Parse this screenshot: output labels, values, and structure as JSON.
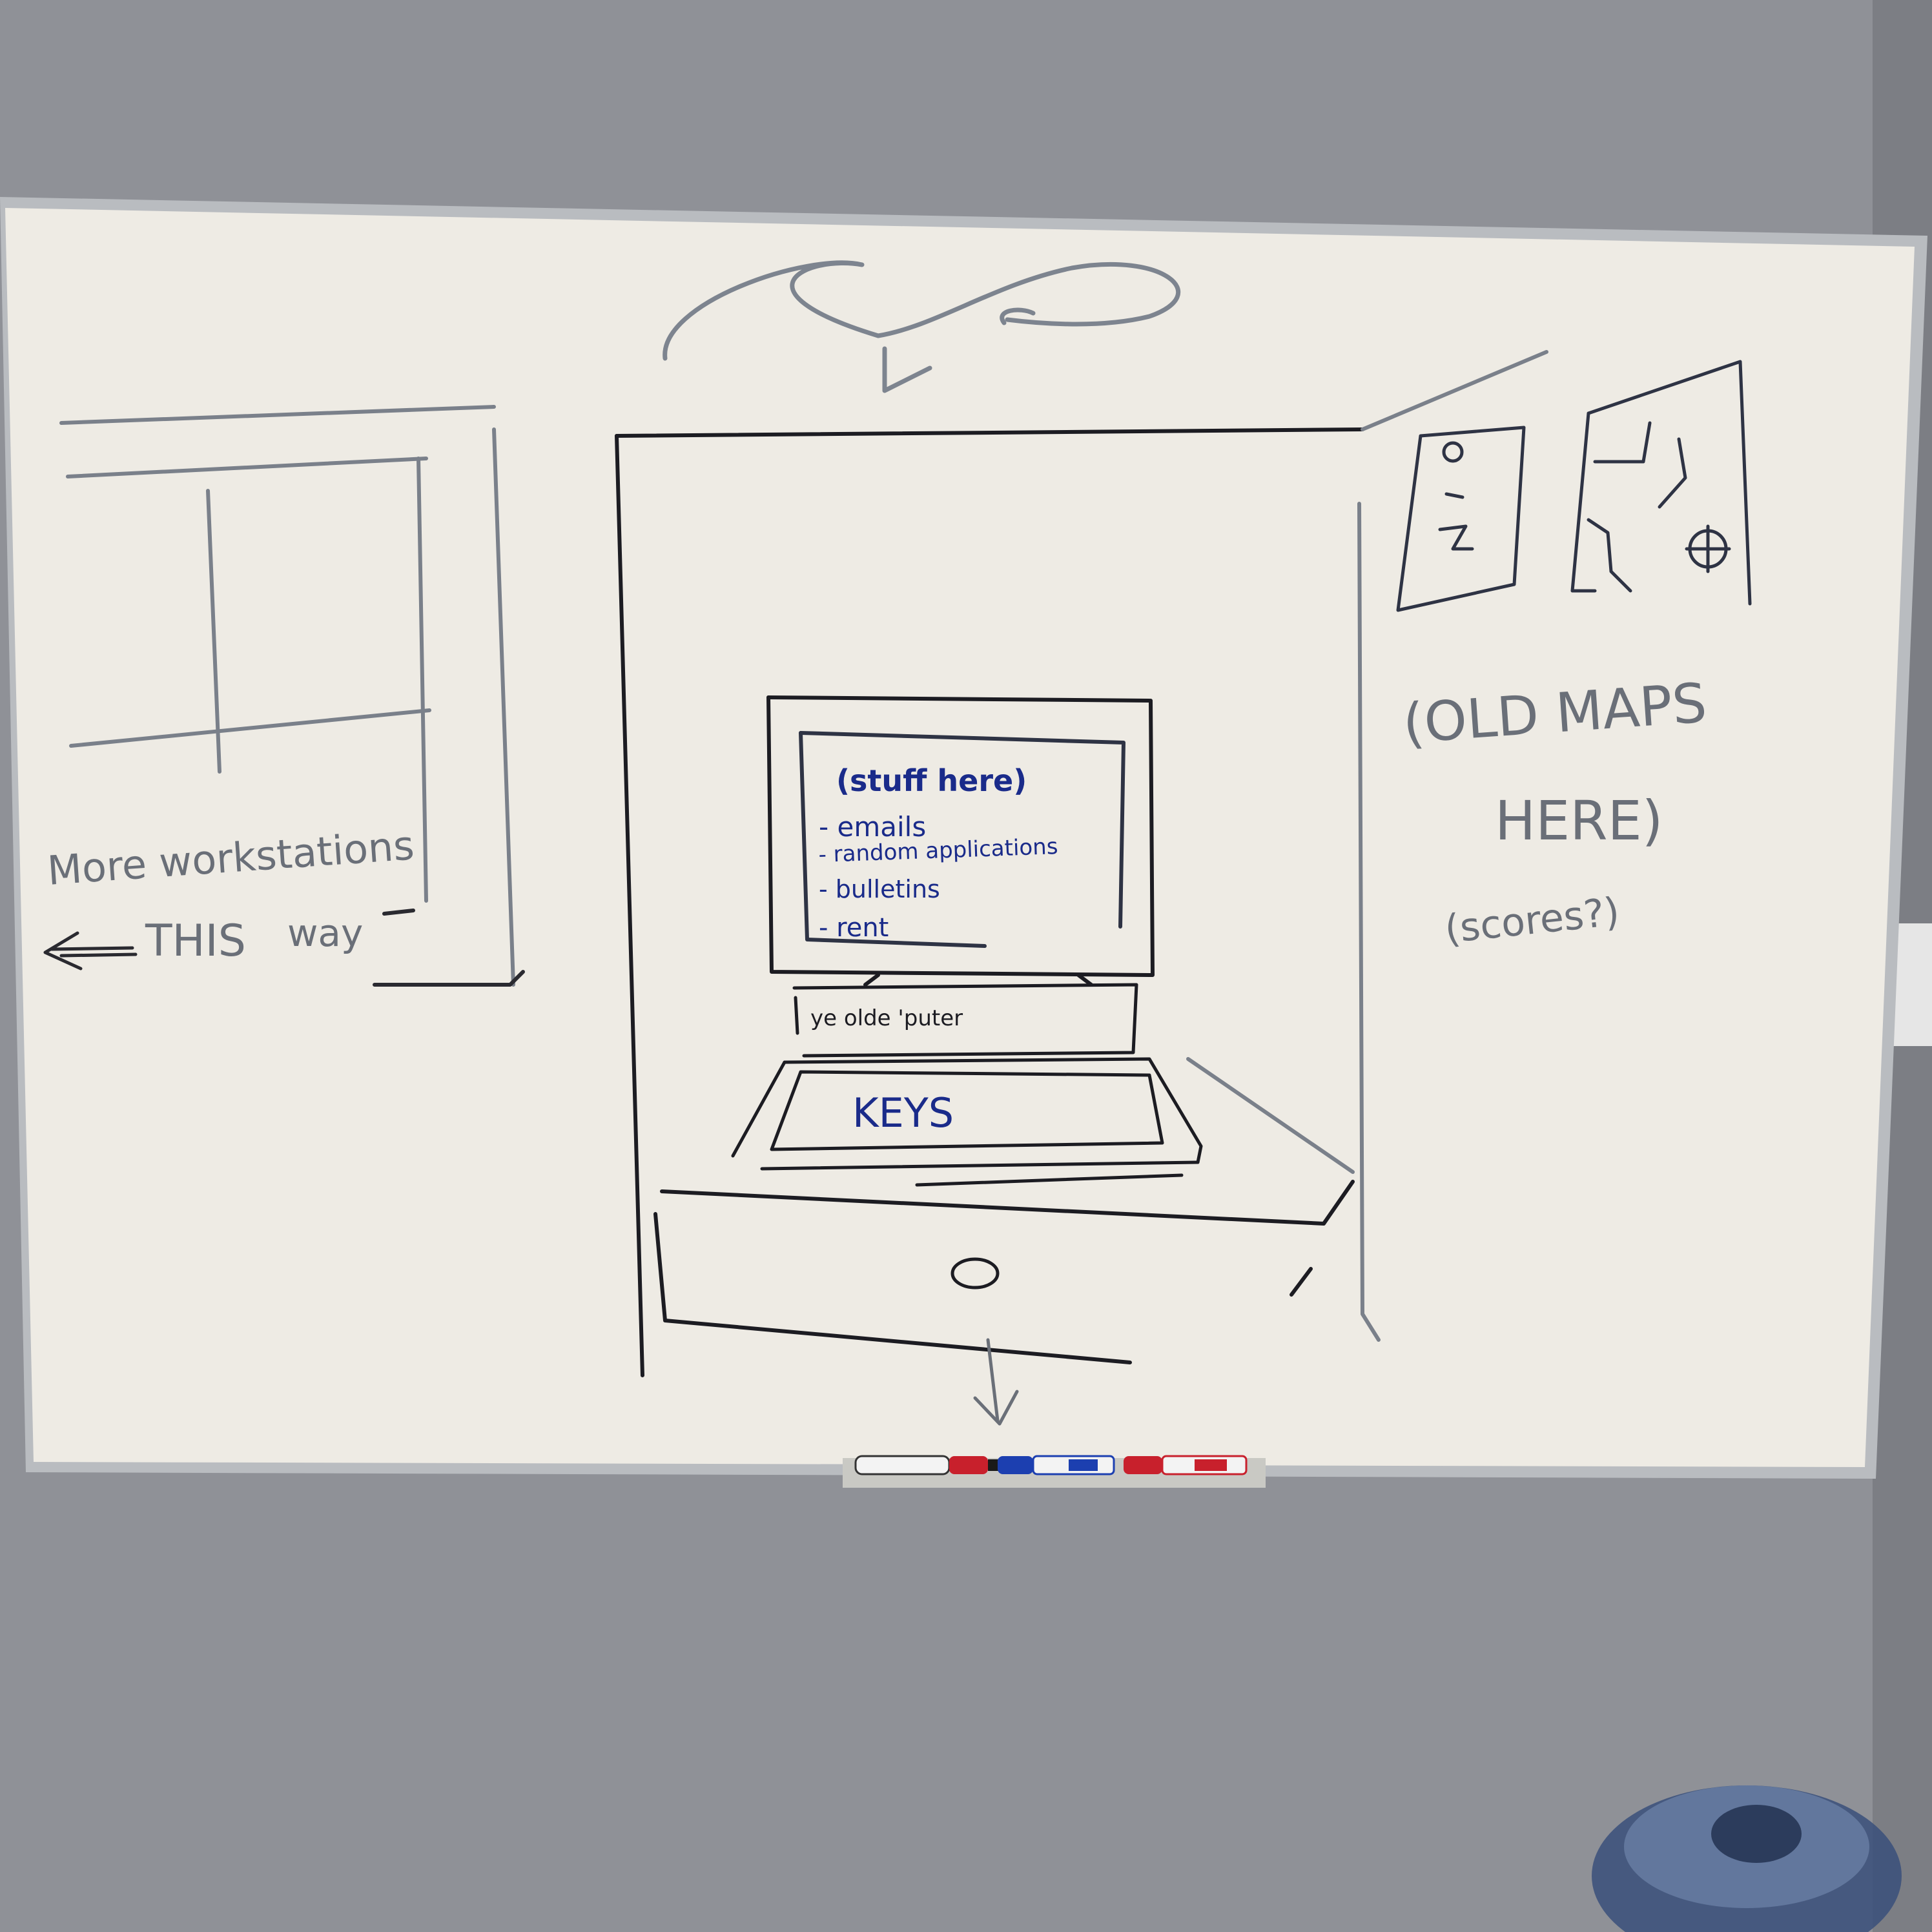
{
  "whiteboard": {
    "left_panel": {
      "line1": "More workstations",
      "line2": "THIS",
      "line3": "way",
      "arrow_glyph": "⟸"
    },
    "monitor_screen": {
      "heading": "(stuff here)",
      "items": [
        "- emails",
        "- random applications",
        "- bulletins",
        "- rent"
      ]
    },
    "computer_base_label": "ye olde 'puter",
    "keyboard_label": "KEYS",
    "right_panel": {
      "line1": "(OLD MAPS",
      "line2": "HERE)",
      "line3": "(scores?)"
    }
  },
  "markers": [
    {
      "color": "#1a1a1a",
      "cap": "#c8202c"
    },
    {
      "color": "#1a1a1a",
      "cap": "#1c3fb0"
    },
    {
      "color": "#c8202c",
      "cap": "#c8202c"
    }
  ],
  "colors": {
    "board": "#efece6",
    "frame": "#b9bcc0",
    "wall": "#8e9096",
    "ink_blue": "#1a2b8a",
    "ink_black": "#1c1c22",
    "ink_gray": "#6a6f78"
  }
}
